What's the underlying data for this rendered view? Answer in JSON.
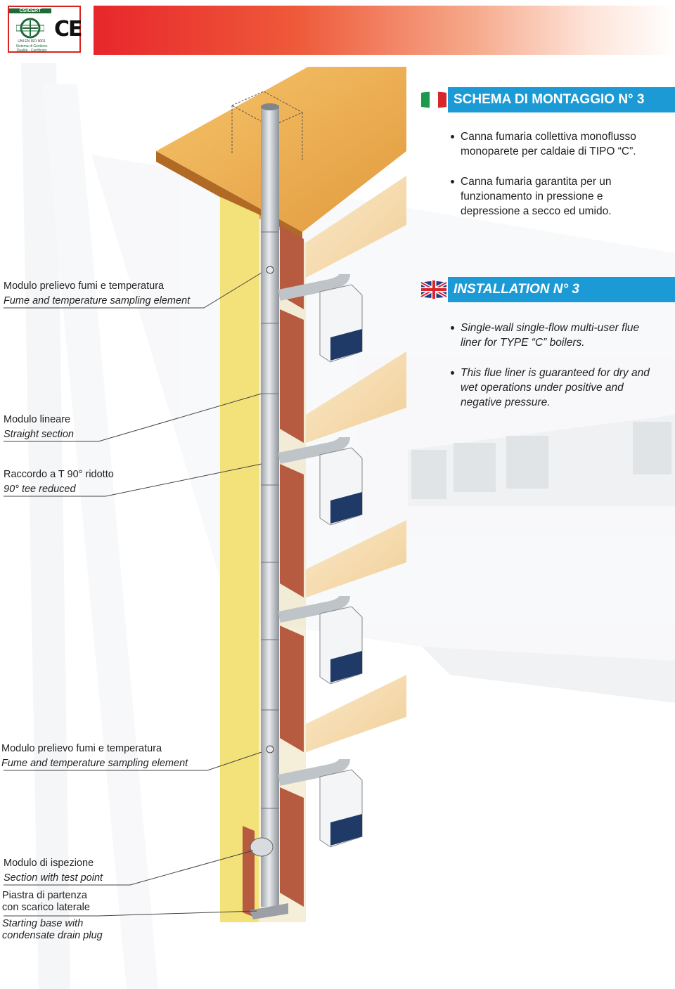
{
  "certification": {
    "brand": "CSICERT",
    "standard": "UNI EN ISO 9001",
    "line1": "Sistema di Gestione",
    "line2": "Qualità · Certificato",
    "ce_mark": "CE"
  },
  "italian": {
    "title": "SCHEMA DI MONTAGGIO N° 3",
    "bullets": [
      "Canna fumaria collettiva monoflusso monoparete per caldaie di TIPO “C”.",
      "Canna fumaria garantita per un funzionamento in pressione e depressione a secco ed umido."
    ]
  },
  "english": {
    "title": "INSTALLATION N° 3",
    "bullets": [
      "Single-wall single-flow multi-user flue liner for TYPE “C” boilers.",
      "This flue liner is guaranteed for dry and wet operations under positive and negative pressure."
    ]
  },
  "labels": [
    {
      "it": "Modulo prelievo fumi e temperatura",
      "en": "Fume and temperature sampling element"
    },
    {
      "it": "Modulo lineare",
      "en": "Straight section"
    },
    {
      "it": "Raccordo a T 90° ridotto",
      "en": "90° tee reduced"
    },
    {
      "it": "Modulo prelievo fumi e temperatura",
      "en": "Fume and temperature sampling element"
    },
    {
      "it": "Modulo di ispezione",
      "en": "Section with test point"
    },
    {
      "it": "Piastra di partenza",
      "it2": "con scarico laterale",
      "en": "Starting base with",
      "en2": "condensate drain plug"
    }
  ],
  "colors": {
    "header_blue": "#1b9ad6",
    "banner_red": "#e8262b",
    "wall_yellow": "#f3e27a",
    "brick": "#b65a40",
    "roof": "#e9a54a"
  }
}
